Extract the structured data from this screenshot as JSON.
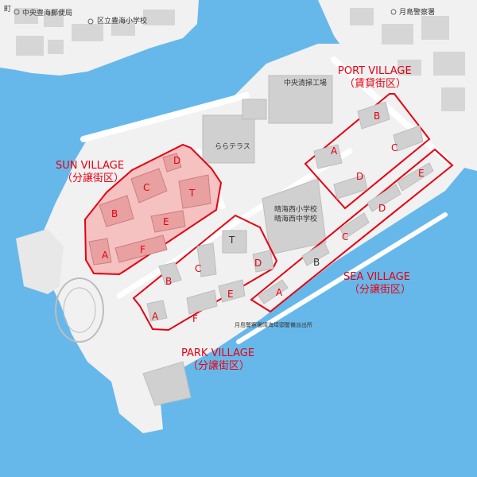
{
  "colors": {
    "water": "#67b8ea",
    "land": "#f1f1f1",
    "road": "#ffffff",
    "building": "#cfcfcf",
    "highlight": "#e60012",
    "sun_fill": "#f7b8b8"
  },
  "villages": {
    "sun": {
      "name": "SUN VILLAGE",
      "type": "（分譲街区）",
      "blocks": [
        "A",
        "B",
        "C",
        "D",
        "E",
        "F",
        "T"
      ]
    },
    "port": {
      "name": "PORT VILLAGE",
      "type": "（賃貸街区）",
      "blocks": [
        "A",
        "B",
        "C",
        "D"
      ]
    },
    "sea": {
      "name": "SEA VILLAGE",
      "type": "（分譲街区）",
      "blocks": [
        "A",
        "B",
        "C",
        "D",
        "E"
      ]
    },
    "park": {
      "name": "PARK VILLAGE",
      "type": "（分譲街区）",
      "blocks": [
        "A",
        "B",
        "C",
        "D",
        "E",
        "F",
        "T"
      ]
    }
  },
  "places": {
    "school_top": "区立豊海小学校",
    "police_top": "月島警察署",
    "cleaning_plant": "中央清掃工場",
    "lala_terrace": "ららテラス",
    "harumi_elem": "晴海西小学校",
    "harumi_middle": "晴海西中学校",
    "police_bottom": "月島警察署晴海埠頭警備派出所",
    "post_office": "中央豊海郵便局",
    "edge_label": "町"
  },
  "icons": [
    "school-icon",
    "police-icon",
    "post-office-icon"
  ]
}
